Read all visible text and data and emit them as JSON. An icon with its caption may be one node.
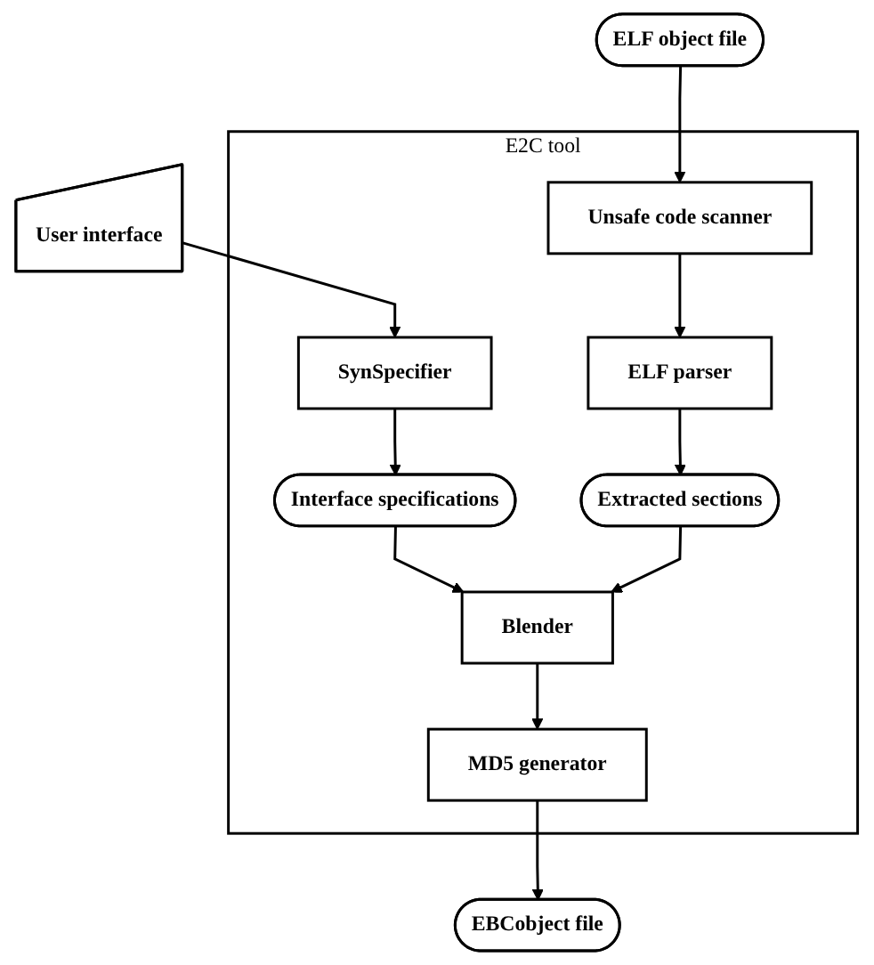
{
  "diagram": {
    "nodes": [
      {
        "text": [
          "ELF object file"
        ]
      },
      {
        "text": [
          "User interface"
        ]
      },
      {
        "text": [
          "E2C tool"
        ]
      },
      {
        "text": [
          "Unsafe code scanner"
        ],
        "in": 2
      },
      {
        "text": [
          "SynSpecifier"
        ],
        "in": 2
      },
      {
        "text": [
          "ELF parser"
        ],
        "in": 2
      },
      {
        "text": [
          "Interface specifications"
        ],
        "in": 2
      },
      {
        "text": [
          "Extracted sections"
        ],
        "in": 2
      },
      {
        "text": [
          "Blender"
        ],
        "in": 2
      },
      {
        "text": [
          "MD5 generator"
        ],
        "in": 2
      },
      {
        "text": [
          "EBCobject file"
        ]
      }
    ],
    "edges": [
      {
        "from": 0,
        "to": 3,
        "arrow": "to"
      },
      {
        "from": 1,
        "to": 4,
        "arrow": "to"
      },
      {
        "from": 3,
        "to": 5,
        "arrow": "to"
      },
      {
        "from": 5,
        "to": 7,
        "arrow": "to"
      },
      {
        "from": 4,
        "to": 6,
        "arrow": "to"
      },
      {
        "from": 6,
        "to": 8,
        "arrow": "to"
      },
      {
        "from": 7,
        "to": 8,
        "arrow": "to"
      },
      {
        "from": 8,
        "to": 9,
        "arrow": "to"
      },
      {
        "from": 9,
        "to": 10,
        "arrow": "to"
      }
    ]
  }
}
